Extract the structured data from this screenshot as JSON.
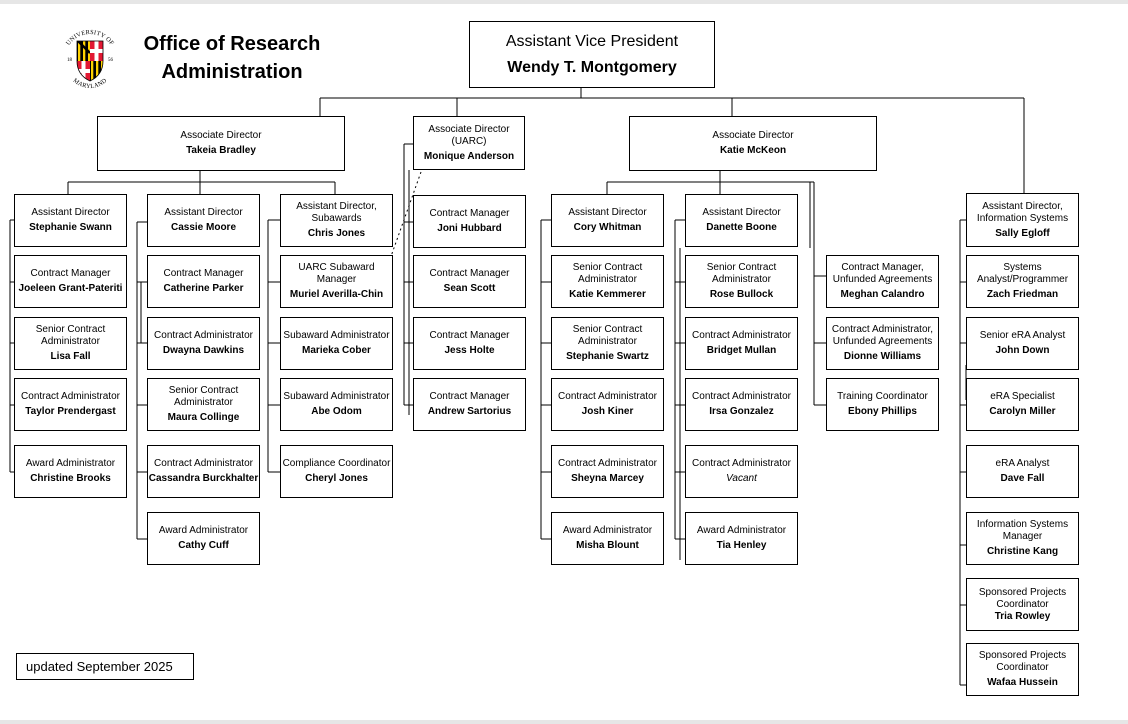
{
  "header": {
    "title_line1": "Office of Research",
    "title_line2": "Administration",
    "logo": {
      "name": "university-of-maryland-seal",
      "text_top": "UNIVERSITY OF",
      "text_bottom": "MARYLAND",
      "year_left": "18",
      "year_right": "56",
      "colors": {
        "red": "#e21833",
        "gold": "#ffd200",
        "black": "#000000"
      }
    }
  },
  "avp": {
    "title": "Assistant Vice President",
    "name": "Wendy T. Montgomery"
  },
  "directors": {
    "bradley": {
      "title": "Associate Director",
      "name": "Takeia Bradley"
    },
    "anderson": {
      "title": "Associate Director (UARC)",
      "name": "Monique Anderson"
    },
    "mckeon": {
      "title": "Associate Director",
      "name": "Katie McKeon"
    }
  },
  "staff": {
    "swann": {
      "title": "Assistant Director",
      "name": "Stephanie Swann"
    },
    "grant": {
      "title": "Contract Manager",
      "name": "Joeleen Grant-Pateriti"
    },
    "fall": {
      "title": "Senior Contract Administrator",
      "name": "Lisa Fall"
    },
    "prendergast": {
      "title": "Contract Administrator",
      "name": "Taylor Prendergast"
    },
    "brooks": {
      "title": "Award Administrator",
      "name": "Christine Brooks"
    },
    "moore": {
      "title": "Assistant Director",
      "name": "Cassie Moore"
    },
    "parker": {
      "title": "Contract Manager",
      "name": "Catherine Parker"
    },
    "dawkins": {
      "title": "Contract Administrator",
      "name": "Dwayna Dawkins"
    },
    "collinge": {
      "title": "Senior Contract Administrator",
      "name": "Maura Collinge"
    },
    "burckhalter": {
      "title": "Contract Administrator",
      "name": "Cassandra Burckhalter"
    },
    "cuff": {
      "title": "Award Administrator",
      "name": "Cathy Cuff"
    },
    "cjones": {
      "title": "Assistant Director, Subawards",
      "name": "Chris Jones"
    },
    "averilla": {
      "title": "UARC Subaward Manager",
      "name": "Muriel Averilla-Chin"
    },
    "cober": {
      "title": "Subaward Administrator",
      "name": "Marieka Cober"
    },
    "odom": {
      "title": "Subaward Administrator",
      "name": "Abe Odom"
    },
    "cheryl": {
      "title": "Compliance Coordinator",
      "name": "Cheryl Jones"
    },
    "hubbard": {
      "title": "Contract Manager",
      "name": "Joni Hubbard"
    },
    "scott": {
      "title": "Contract Manager",
      "name": "Sean Scott"
    },
    "holte": {
      "title": "Contract Manager",
      "name": "Jess Holte"
    },
    "sartorius": {
      "title": "Contract Manager",
      "name": "Andrew Sartorius"
    },
    "whitman": {
      "title": "Assistant Director",
      "name": "Cory Whitman"
    },
    "kemmerer": {
      "title": "Senior Contract Administrator",
      "name": "Katie Kemmerer"
    },
    "swartz": {
      "title": "Senior Contract Administrator",
      "name": "Stephanie Swartz"
    },
    "kiner": {
      "title": "Contract Administrator",
      "name": "Josh Kiner"
    },
    "marcey": {
      "title": "Contract Administrator",
      "name": "Sheyna Marcey"
    },
    "blount": {
      "title": "Award Administrator",
      "name": "Misha Blount"
    },
    "boone": {
      "title": "Assistant Director",
      "name": "Danette Boone"
    },
    "bullock": {
      "title": "Senior Contract Administrator",
      "name": "Rose Bullock"
    },
    "mullan": {
      "title": "Contract Administrator",
      "name": "Bridget Mullan"
    },
    "gonzalez": {
      "title": "Contract Administrator",
      "name": "Irsa Gonzalez"
    },
    "vacant": {
      "title": "Contract Administrator",
      "name": "Vacant"
    },
    "henley": {
      "title": "Award Administrator",
      "name": "Tia Henley"
    },
    "calandro": {
      "title": "Contract Manager, Unfunded Agreements",
      "name": "Meghan Calandro"
    },
    "williams": {
      "title": "Contract Administrator, Unfunded Agreements",
      "name": "Dionne Williams"
    },
    "phillips": {
      "title": "Training Coordinator",
      "name": "Ebony Phillips"
    },
    "egloff": {
      "title": "Assistant Director, Information Systems",
      "name": "Sally Egloff"
    },
    "friedman": {
      "title": "Systems Analyst/Programmer",
      "name": "Zach Friedman"
    },
    "down": {
      "title": "Senior eRA Analyst",
      "name": "John Down"
    },
    "miller": {
      "title": "eRA Specialist",
      "name": "Carolyn Miller"
    },
    "dfall": {
      "title": "eRA Analyst",
      "name": "Dave Fall"
    },
    "kang": {
      "title": "Information Systems Manager",
      "name": "Christine Kang"
    },
    "rowley": {
      "title": "Sponsored Projects Coordinator",
      "name": "Tria Rowley"
    },
    "hussein": {
      "title": "Sponsored Projects Coordinator",
      "name": "Wafaa Hussein"
    }
  },
  "footer": {
    "updated": "updated September 2025"
  }
}
